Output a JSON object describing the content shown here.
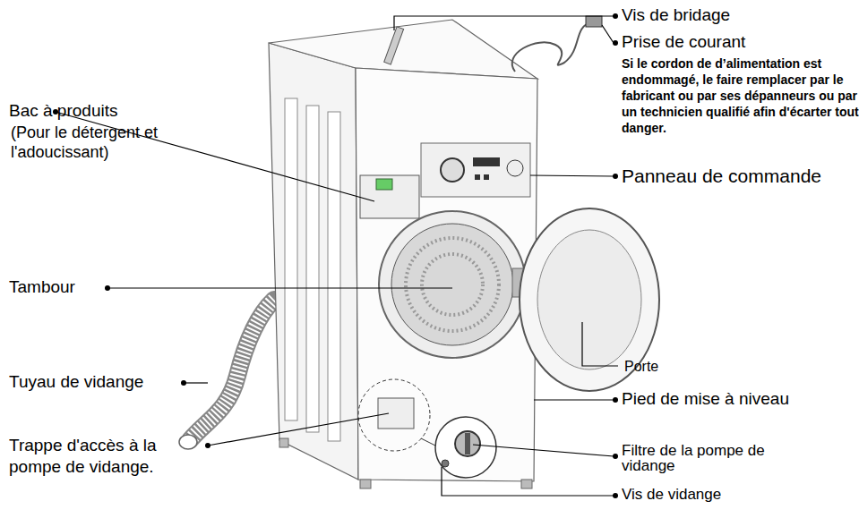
{
  "diagram": {
    "labels": [
      "Vis de bridage",
      "Prise de courant",
      "Si le cordon de d’alimentation est endommagé, le faire remplacer par le fabricant ou par ses dépanneurs ou par un technicien qualifié afin d'écarter tout danger.",
      "Bac à produits",
      "(Pour le détergent et l'adoucissant)",
      "Panneau de commande",
      "Tambour",
      "Porte",
      "Tuyau de vidange",
      "Pied de mise à niveau",
      "Trappe d'accès à la pompe de vidange.",
      "Filtre de la pompe de vidange",
      "Vis de vidange"
    ]
  }
}
